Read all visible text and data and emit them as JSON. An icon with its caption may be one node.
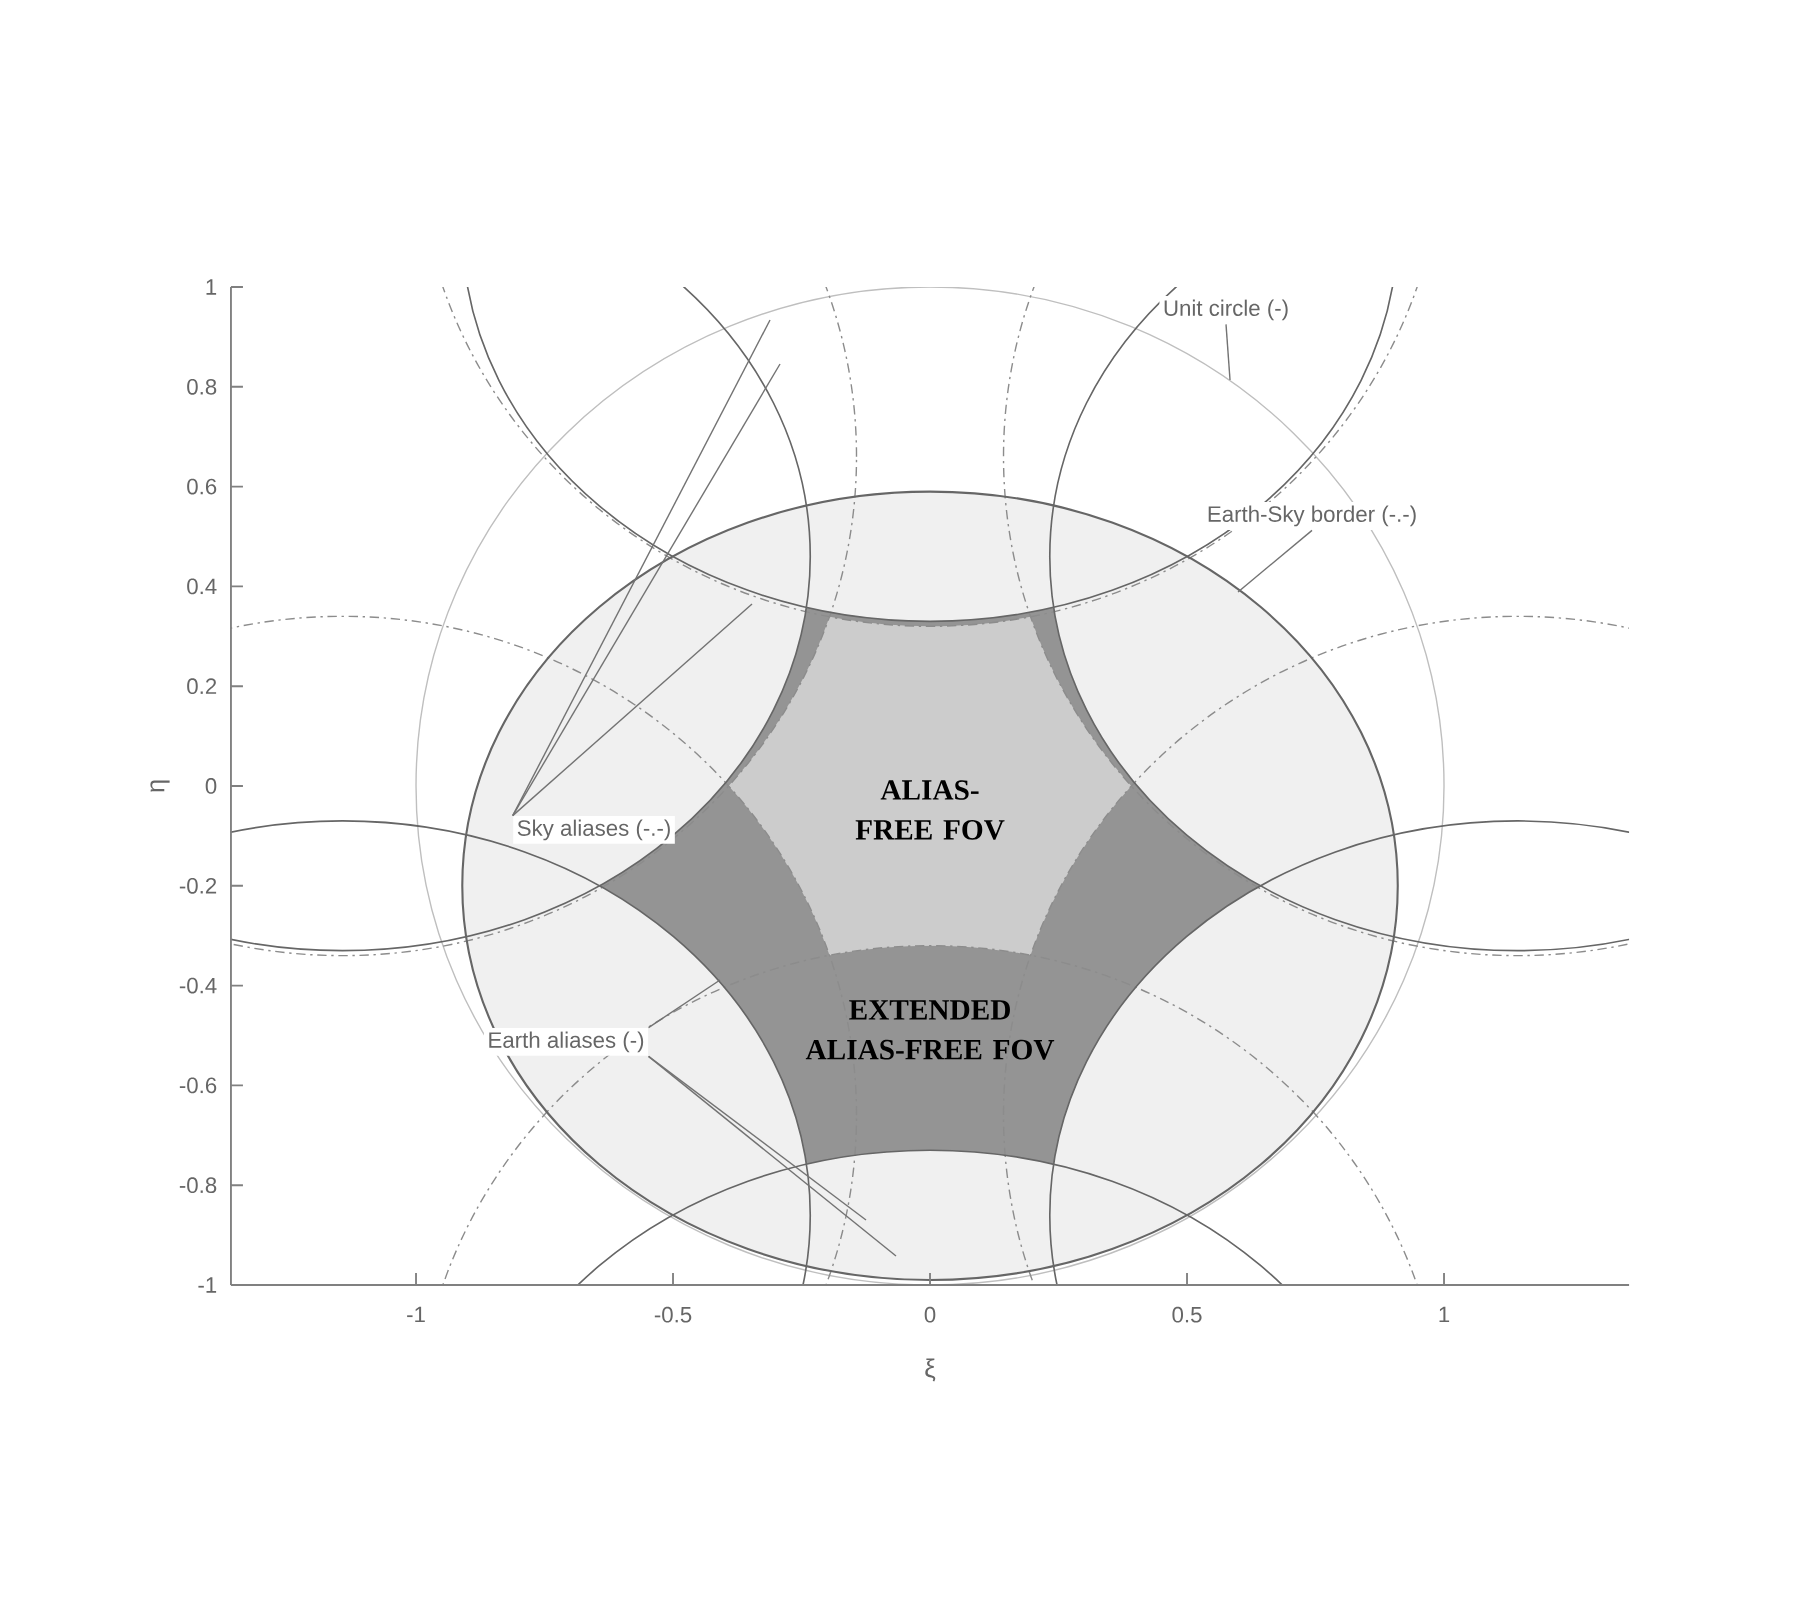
{
  "diagram": {
    "nodes": [
      {
        "text": [
          "Unit circle (-)"
        ]
      },
      {
        "text": [
          "Earth-Sky border (-.-)"
        ]
      },
      {
        "text": [
          "Sky aliases (-.-)"
        ]
      },
      {
        "text": [
          "Earth aliases (-)"
        ]
      }
    ],
    "edges": [
      {
        "from": 0,
        "to": null,
        "arrow": "none"
      },
      {
        "from": 1,
        "to": null,
        "arrow": "none"
      },
      {
        "from": 2,
        "to": null,
        "arrow": "none"
      },
      {
        "from": 2,
        "to": null,
        "arrow": "none"
      },
      {
        "from": 2,
        "to": null,
        "arrow": "none"
      },
      {
        "from": 3,
        "to": null,
        "arrow": "none"
      },
      {
        "from": 3,
        "to": null,
        "arrow": "none"
      },
      {
        "from": 3,
        "to": null,
        "arrow": "none"
      }
    ],
    "labels": [
      "1",
      "0.8",
      "0.6",
      "0.4",
      "0.2",
      "0",
      "-0.2",
      "-0.4",
      "-0.6",
      "-0.8",
      "-1",
      "-1",
      "-0.5",
      "0",
      "0.5",
      "1",
      "η",
      "ξ",
      "ALIAS-FREE FOV",
      "EXTENDED ALIAS-FREE FOV"
    ]
  }
}
